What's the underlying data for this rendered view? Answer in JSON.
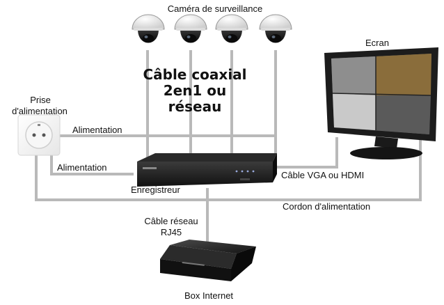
{
  "labels": {
    "cameras": "Caméra de surveillance",
    "cable_coax": "Câble coaxial 2en1 ou réseau",
    "ecran": "Ecran",
    "prise_line1": "Prise",
    "prise_line2": "d'alimentation",
    "alimentation_top": "Alimentation",
    "alimentation_mid": "Alimentation",
    "enregistreur": "Enregistreur",
    "cable_vga": "Câble VGA ou HDMI",
    "cordon": "Cordon d'alimentation",
    "cable_rj45_line1": "Câble réseau",
    "cable_rj45_line2": "RJ45",
    "box_internet": "Box Internet"
  },
  "colors": {
    "cable": "#b9b9b9",
    "device_dark": "#1a1a1a",
    "camera_dome": "#f2f2f2",
    "monitor_frame": "#1c1c1c"
  },
  "nodes": [
    {
      "id": "camera-1",
      "icon": "dome-camera-icon"
    },
    {
      "id": "camera-2",
      "icon": "dome-camera-icon"
    },
    {
      "id": "camera-3",
      "icon": "dome-camera-icon"
    },
    {
      "id": "camera-4",
      "icon": "dome-camera-icon"
    },
    {
      "id": "monitor",
      "icon": "monitor-icon"
    },
    {
      "id": "power-outlet",
      "icon": "power-outlet-icon"
    },
    {
      "id": "recorder",
      "icon": "dvr-recorder-icon"
    },
    {
      "id": "internet-box",
      "icon": "internet-box-icon"
    }
  ]
}
